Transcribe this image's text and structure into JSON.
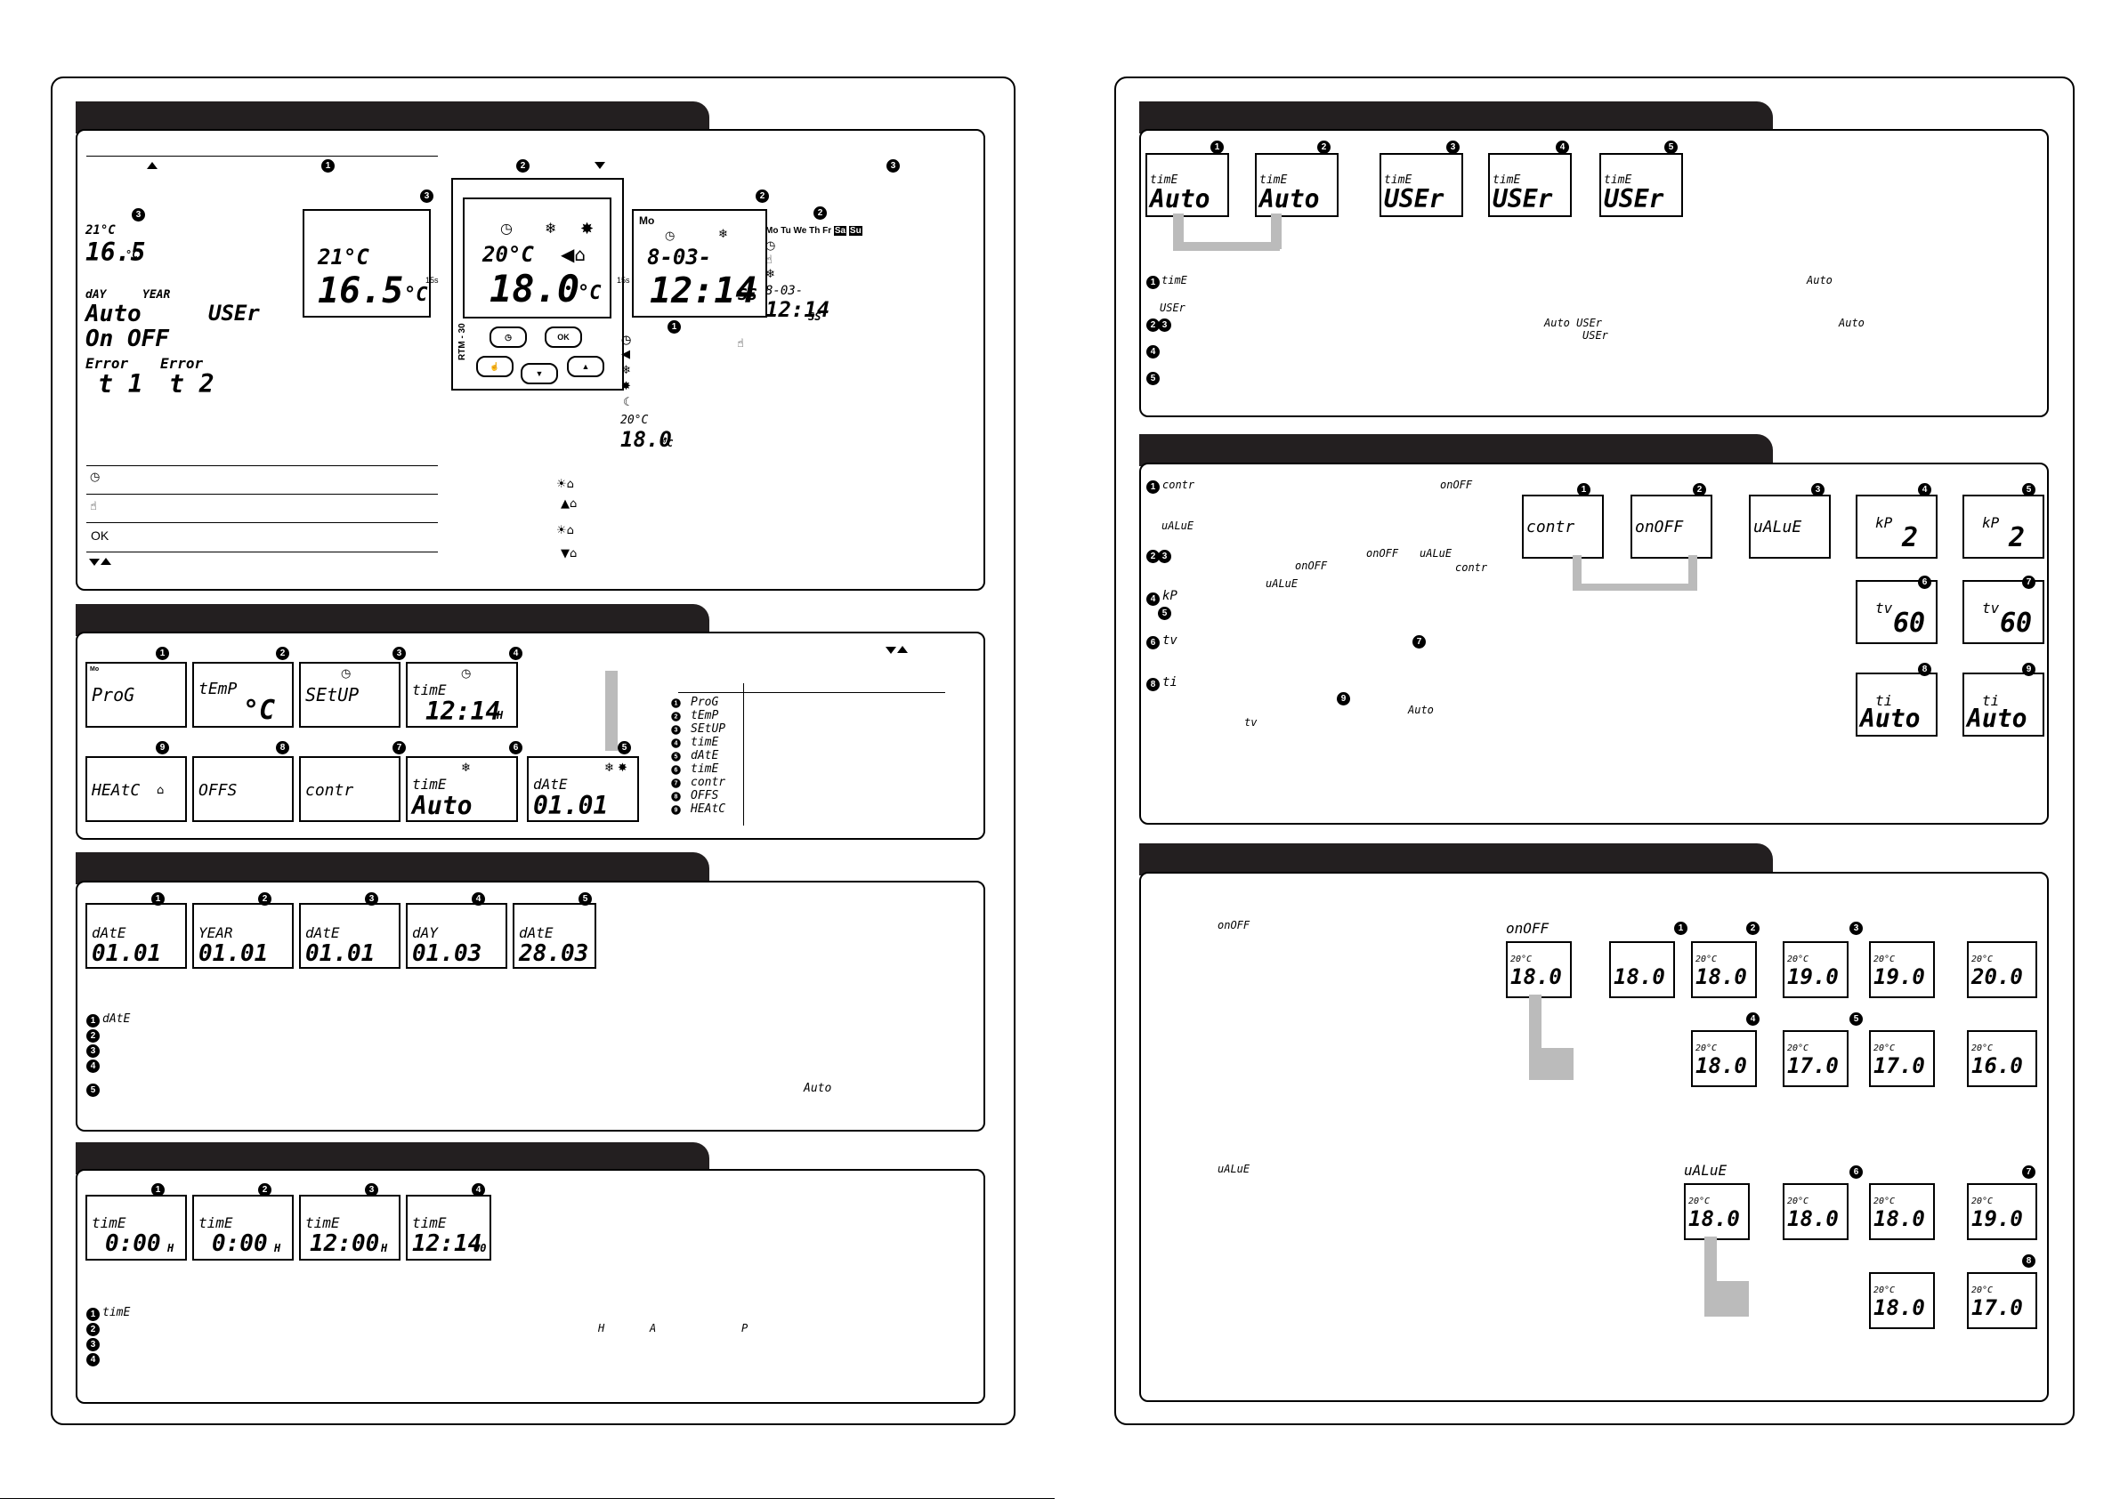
{
  "device": {
    "model": "RTM - 30",
    "ok_label": "OK",
    "flag_15s": "15s"
  },
  "overview": {
    "left_texts": {
      "t1": "21°C",
      "t2": "16.5",
      "t2_unit": "°C",
      "day": "dAY",
      "year": "YEAR",
      "auto": "Auto",
      "user": "USEr",
      "onoff": "On OFF",
      "error": "Error",
      "error2": "Error",
      "t1err": "t 1",
      "t2err": "t 2"
    },
    "lcd_left": {
      "small": "21°C",
      "big": "16.5",
      "unit": "°C"
    },
    "lcd_center": {
      "small": "20°C",
      "big": "18.0",
      "unit": "°C"
    },
    "lcd_right": {
      "day": "Mo",
      "date": "8-03-",
      "time": "12:14",
      "ss": "SS"
    },
    "days": [
      "Mo",
      "Tu",
      "We",
      "Th",
      "Fr",
      "Sa",
      "Su"
    ],
    "right_texts": {
      "date": "8-03-",
      "time": "12:14",
      "ss": "SS",
      "temp_small": "20°C",
      "temp_big": "18.0",
      "temp_unit": "°C"
    },
    "legend": {
      "ok": "OK"
    }
  },
  "menu": {
    "lcd1": {
      "text": "ProG"
    },
    "lcd2": {
      "text": "tEmP",
      "sub": "°C"
    },
    "lcd3": {
      "text": "SEtUP"
    },
    "lcd4": {
      "text": "timE",
      "sub": "12:14",
      "unit": "H"
    },
    "lcd5": {
      "text": "dAtE",
      "sub": "01.01"
    },
    "lcd6": {
      "text": "timE",
      "sub": "Auto"
    },
    "lcd7": {
      "text": "contr"
    },
    "lcd8": {
      "text": "OFFS"
    },
    "lcd9": {
      "text": "HEAtC"
    },
    "list": [
      "ProG",
      "tEmP",
      "SEtUP",
      "timE",
      "dAtE",
      "timE",
      "contr",
      "OFFS",
      "HEAtC"
    ]
  },
  "date": {
    "lcds": [
      {
        "label": "dAtE",
        "value": "01.01"
      },
      {
        "label": "YEAR",
        "value": "01.01"
      },
      {
        "label": "dAtE",
        "value": "01.01"
      },
      {
        "label": "dAY",
        "value": "01.03"
      },
      {
        "label": "dAtE",
        "value": "28.03"
      }
    ],
    "step1": "dAtE",
    "auto": "Auto"
  },
  "time": {
    "lcds": [
      {
        "label": "timE",
        "value": "0:00",
        "unit": "H"
      },
      {
        "label": "timE",
        "value": "0:00",
        "unit": "H"
      },
      {
        "label": "timE",
        "value": "12:00",
        "unit": "H"
      },
      {
        "label": "timE",
        "value": "12:14",
        "unit": "00"
      }
    ],
    "step1": "timE",
    "h": "H",
    "a": "A",
    "p": "P"
  },
  "timemode": {
    "lcds": [
      {
        "label": "timE",
        "value": "Auto"
      },
      {
        "label": "timE",
        "value": "Auto"
      },
      {
        "label": "timE",
        "value": "USEr"
      },
      {
        "label": "timE",
        "value": "USEr"
      },
      {
        "label": "timE",
        "value": "USEr"
      }
    ],
    "step1": "timE",
    "user": "USEr",
    "auto": "Auto",
    "auto2": "Auto",
    "auto_user": "Auto  USEr",
    "user2": "USEr"
  },
  "control": {
    "lcds": [
      {
        "label": "",
        "value": "contr"
      },
      {
        "label": "",
        "value": "onOFF"
      },
      {
        "label": "",
        "value": "uALuE"
      },
      {
        "label": "kP",
        "value": "2"
      },
      {
        "label": "kP",
        "value": "2"
      },
      {
        "label": "tv",
        "value": "60"
      },
      {
        "label": "tv",
        "value": "60"
      },
      {
        "label": "ti",
        "value": "Auto"
      },
      {
        "label": "ti",
        "value": "Auto"
      }
    ],
    "texts": {
      "contr": "contr",
      "onoff": "onOFF",
      "value": "uALuE",
      "onoff2": "onOFF",
      "value2": "uALuE",
      "onoff3": "onOFF",
      "value3": "uALuE",
      "contr2": "contr",
      "kp": "kP",
      "tv": "tv",
      "ti": "ti",
      "auto": "Auto",
      "tv2": "tv"
    }
  },
  "offset": {
    "onoff": "onOFF",
    "onoff2": "onOFF",
    "value": "uALuE",
    "value2": "uALuE",
    "lcds_top": [
      {
        "small": "20°C",
        "big": "18.0"
      },
      {
        "small": "",
        "big": "18.0"
      },
      {
        "small": "20°C",
        "big": "18.0"
      },
      {
        "small": "20°C",
        "big": "19.0"
      },
      {
        "small": "20°C",
        "big": "19.0"
      },
      {
        "small": "20°C",
        "big": "20.0"
      }
    ],
    "lcds_mid": [
      {
        "small": "20°C",
        "big": "18.0"
      },
      {
        "small": "20°C",
        "big": "17.0"
      },
      {
        "small": "20°C",
        "big": "17.0"
      },
      {
        "small": "20°C",
        "big": "16.0"
      }
    ],
    "lcds_bot": [
      {
        "small": "20°C",
        "big": "18.0"
      },
      {
        "small": "20°C",
        "big": "18.0"
      },
      {
        "small": "20°C",
        "big": "18.0"
      },
      {
        "small": "20°C",
        "big": "19.0"
      }
    ],
    "lcds_bot2": [
      {
        "small": "20°C",
        "big": "18.0"
      },
      {
        "small": "20°C",
        "big": "17.0"
      }
    ],
    "unit": "°C"
  },
  "colors": {
    "tab": "#231f20",
    "grey": "#bbbbbb"
  }
}
